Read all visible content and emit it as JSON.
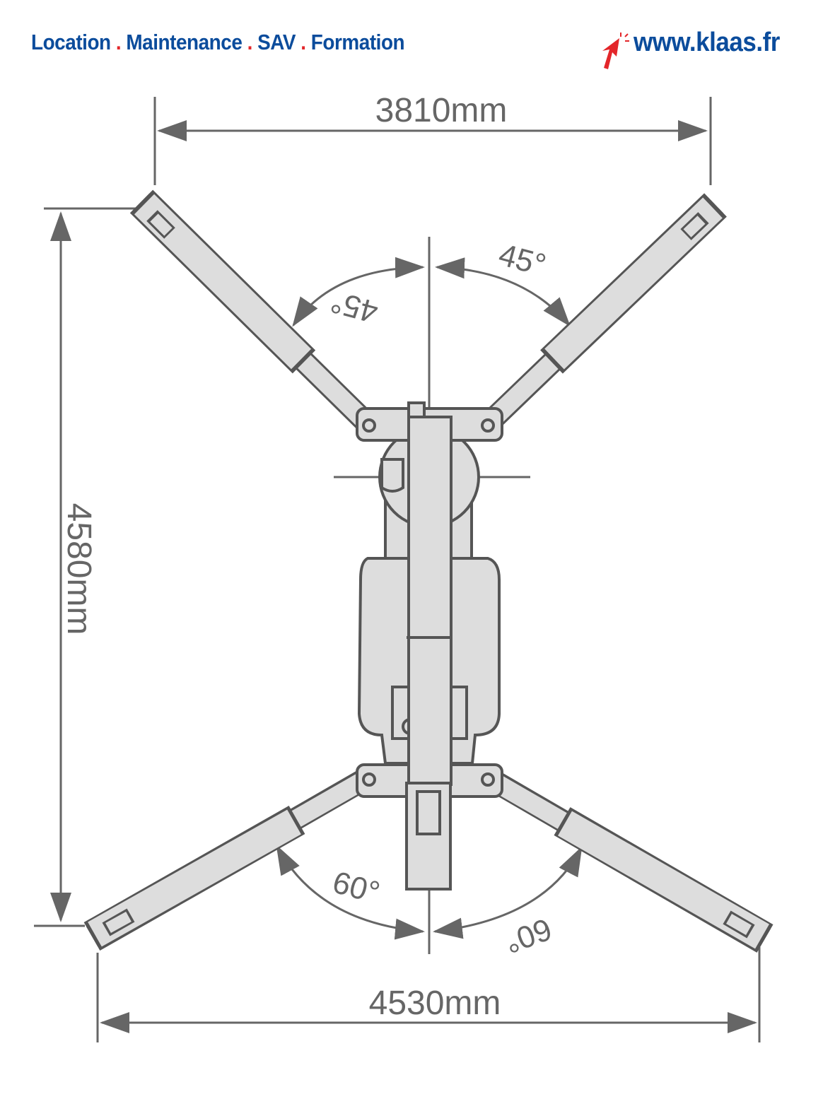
{
  "header": {
    "services": [
      "Location",
      "Maintenance",
      "SAV",
      "Formation"
    ],
    "separator": ".",
    "website": "www.klaas.fr"
  },
  "diagram": {
    "top_width": "3810mm",
    "height": "4580mm",
    "bottom_width": "4530mm",
    "upper_angle_left": "45°",
    "upper_angle_right": "45°",
    "lower_angle_left": "60°",
    "lower_angle_right": "60°"
  },
  "colors": {
    "brand_blue": "#0b4c9c",
    "accent_red": "#e3262a",
    "line_gray": "#555555",
    "fill_gray": "#dddddd"
  }
}
